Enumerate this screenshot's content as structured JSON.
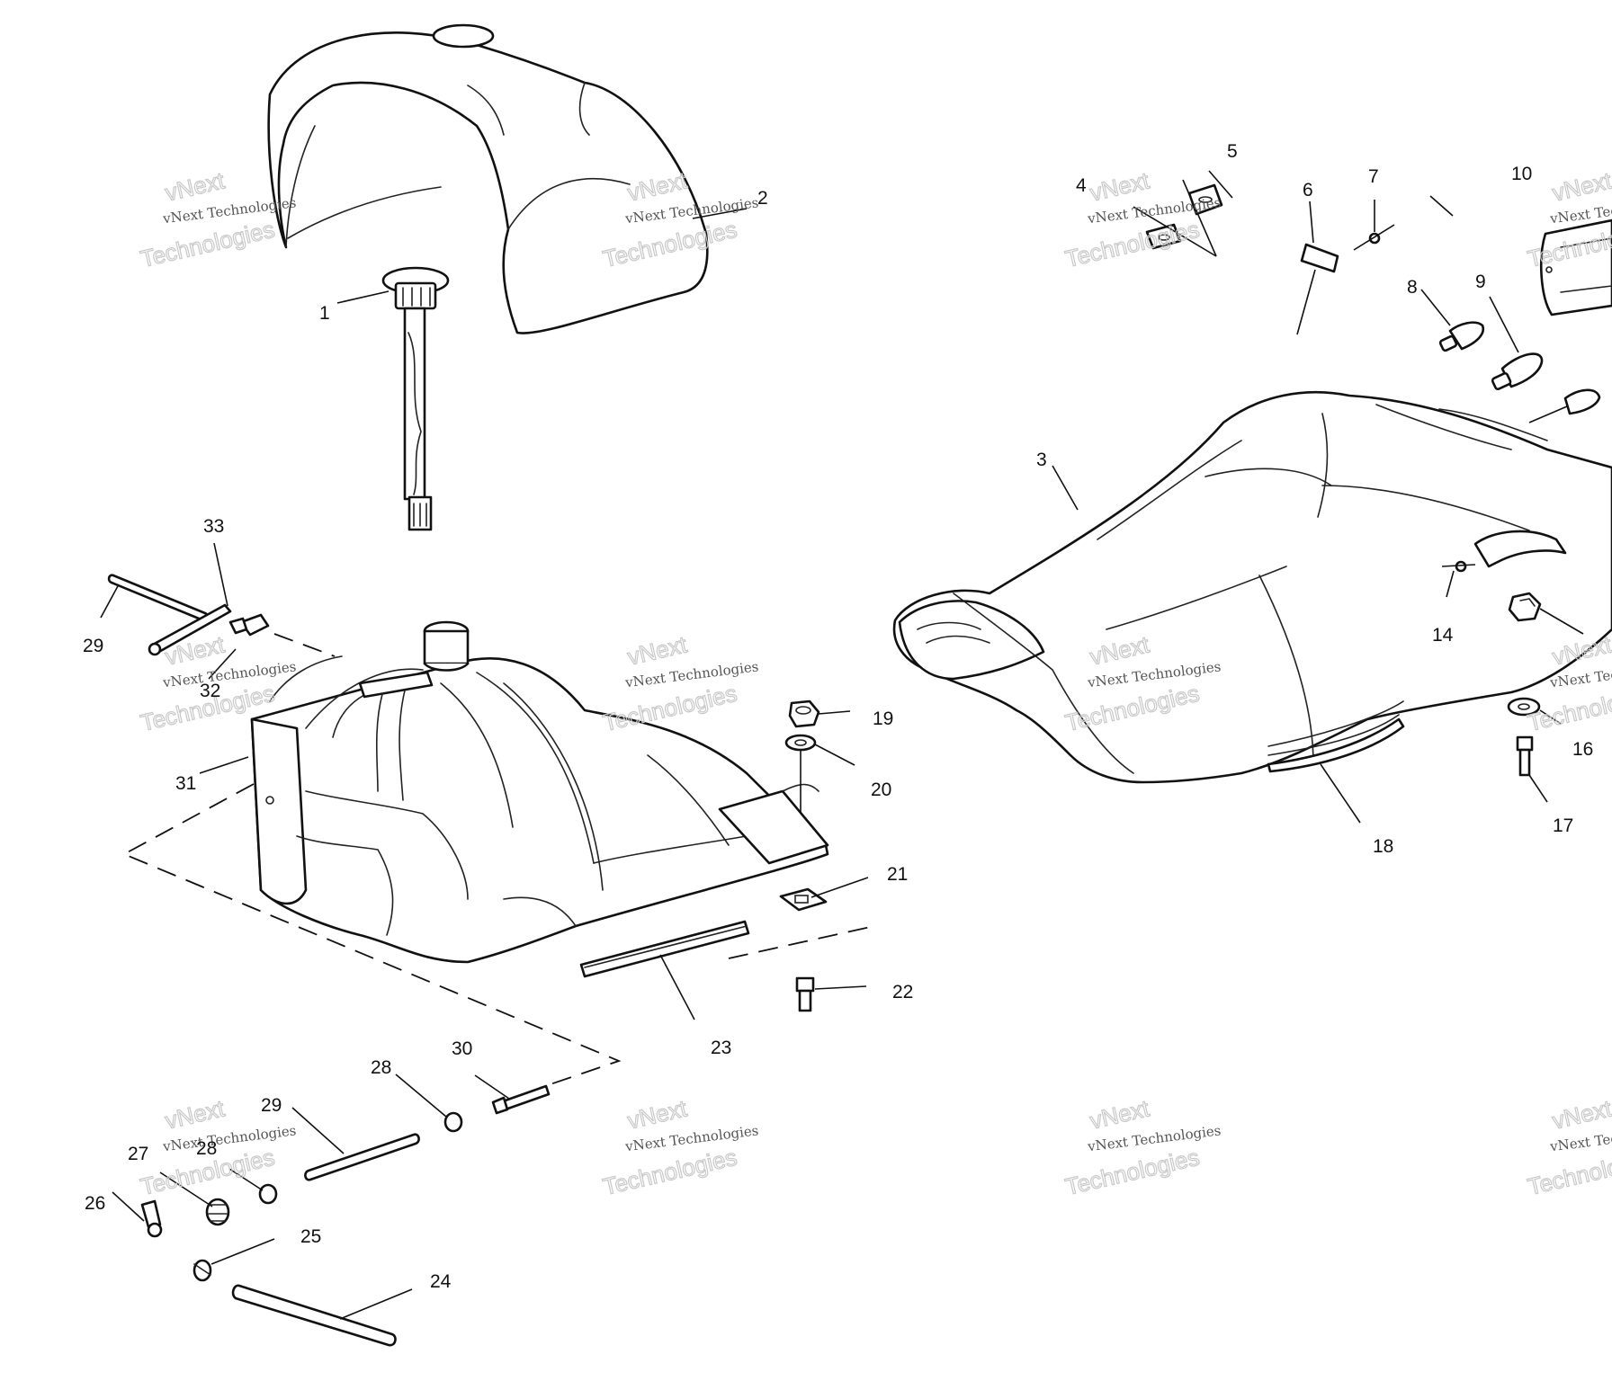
{
  "watermark": {
    "line1": "vNext Technologies",
    "line2": "vNext",
    "line3": "Technologies"
  },
  "callouts": [
    "1",
    "2",
    "3",
    "4",
    "5",
    "6",
    "7",
    "8",
    "9",
    "10",
    "14",
    "16",
    "17",
    "18",
    "19",
    "20",
    "21",
    "22",
    "23",
    "24",
    "25",
    "26",
    "27",
    "28",
    "28",
    "29",
    "29",
    "30",
    "31",
    "32",
    "33"
  ],
  "colors": {
    "ink": "#111111",
    "paper": "#ffffff",
    "watermark": "#c9c9c9"
  }
}
